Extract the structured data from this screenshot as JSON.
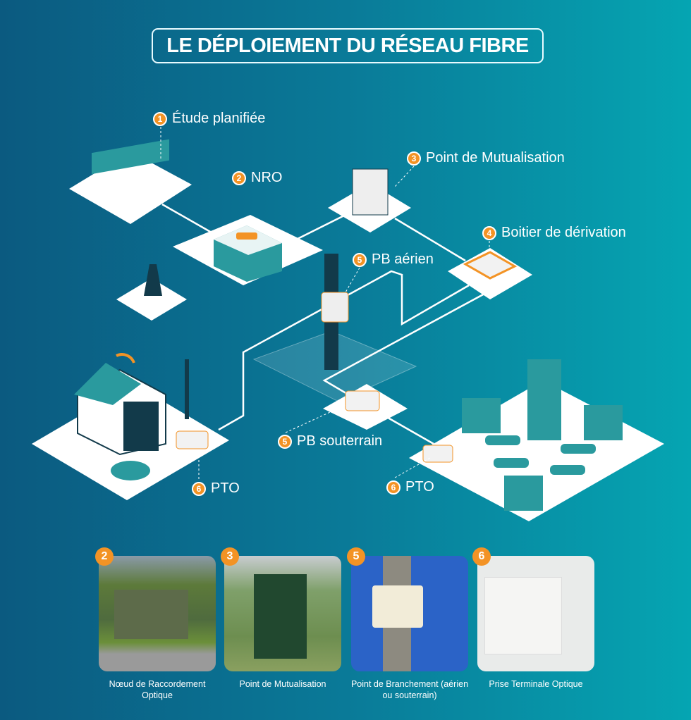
{
  "title": "LE DÉPLOIEMENT DU RÉSEAU FIBRE",
  "steps": [
    {
      "num": "1",
      "label": "Étude planifiée"
    },
    {
      "num": "2",
      "label": "NRO"
    },
    {
      "num": "3",
      "label": "Point de Mutualisation"
    },
    {
      "num": "4",
      "label": "Boitier de dérivation"
    },
    {
      "num": "5",
      "label": "PB aérien"
    },
    {
      "num": "5",
      "label": "PB souterrain"
    },
    {
      "num": "6",
      "label": "PTO"
    },
    {
      "num": "6",
      "label": "PTO"
    }
  ],
  "photos": [
    {
      "num": "2",
      "caption": "Nœud de Raccordement Optique"
    },
    {
      "num": "3",
      "caption": "Point de Mutualisation"
    },
    {
      "num": "5",
      "caption": "Point de Branchement (aérien ou souterrain)"
    },
    {
      "num": "6",
      "caption": "Prise Terminale Optique"
    }
  ],
  "colors": {
    "accent": "#f39325",
    "teal": "#2a9a9e",
    "dark": "#123a4a"
  }
}
